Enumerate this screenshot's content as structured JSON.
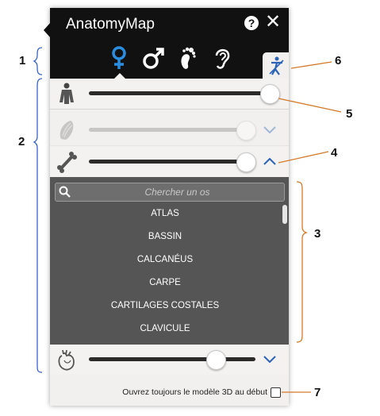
{
  "app": {
    "title": "AnatomyMap",
    "help_label": "?",
    "close_label": "✕"
  },
  "tabs": [
    {
      "name": "female",
      "icon": "female-icon",
      "selected": true
    },
    {
      "name": "male",
      "icon": "male-icon",
      "selected": false
    },
    {
      "name": "foot",
      "icon": "foot-icon",
      "selected": false
    },
    {
      "name": "ear",
      "icon": "ear-icon",
      "selected": false
    }
  ],
  "layers": [
    {
      "icon": "body-icon",
      "enabled": true,
      "opacity": 1.0,
      "has_toggle": false
    },
    {
      "icon": "muscle-icon",
      "enabled": false,
      "opacity": 1.0,
      "toggle": "chevron-down"
    },
    {
      "icon": "bone-icon",
      "enabled": true,
      "opacity": 1.0,
      "toggle": "chevron-up"
    },
    {
      "icon": "organ-icon",
      "enabled": true,
      "opacity": 0.82,
      "toggle": "chevron-down"
    }
  ],
  "bones": {
    "search_placeholder": "Chercher un os",
    "items": [
      "ATLAS",
      "BASSIN",
      "CALCANÉUS",
      "CARPE",
      "CARTILAGES COSTALES",
      "CLAVICULE"
    ]
  },
  "footer": {
    "label": "Ouvrez toujours le modèle 3D au début",
    "checked": false
  },
  "callouts": [
    "1",
    "2",
    "3",
    "4",
    "5",
    "6",
    "7"
  ],
  "colors": {
    "header_bg": "#111111",
    "panel_bg": "#f2f0ee",
    "list_bg": "#555555",
    "accent": "#2a63b8"
  }
}
